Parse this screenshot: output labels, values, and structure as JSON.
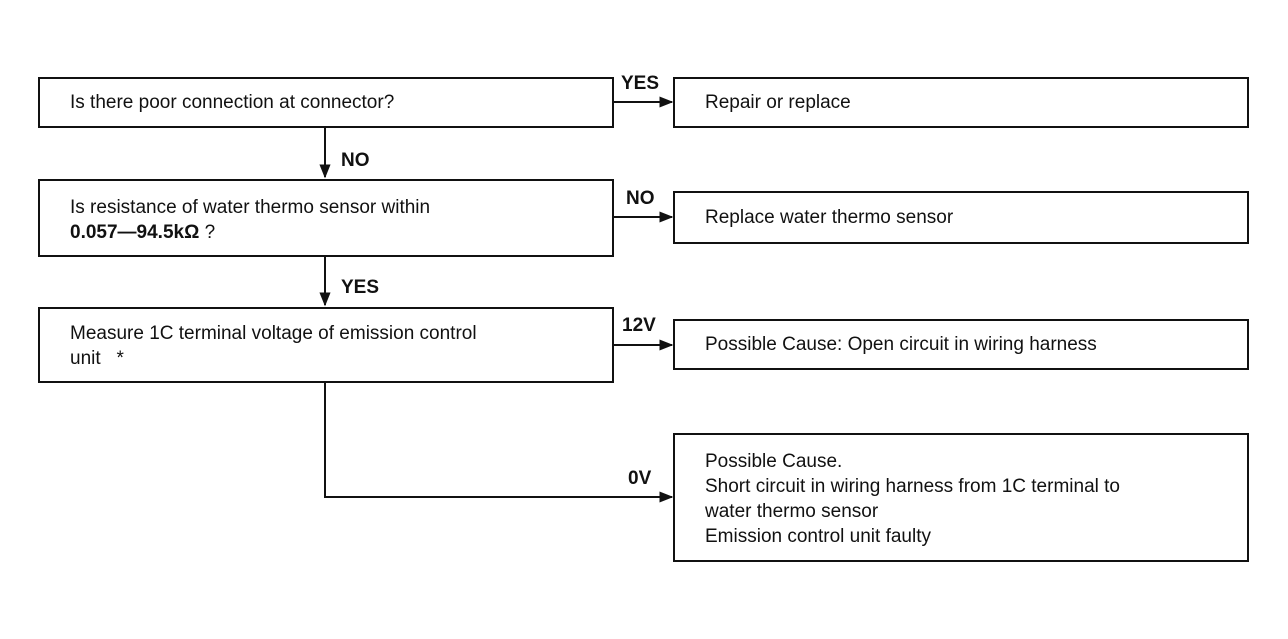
{
  "questions": {
    "q1": {
      "text": "Is there poor connection at connector?"
    },
    "q2": {
      "line1": "Is resistance of water thermo sensor within",
      "value": "0.057—94.5kΩ",
      "suffix": " ?"
    },
    "q3": {
      "line1": "Measure 1C terminal voltage of emission control",
      "line2": "unit   *"
    }
  },
  "results": {
    "r1": {
      "text": "Repair or replace"
    },
    "r2": {
      "text": "Replace water thermo sensor"
    },
    "r3": {
      "text": "Possible Cause: Open circuit in wiring harness"
    },
    "r4": {
      "lines": [
        "Possible Cause.",
        "Short circuit in wiring harness from 1C terminal to",
        "water thermo sensor",
        "Emission control unit faulty"
      ]
    }
  },
  "labels": {
    "q1_right": "YES",
    "q1_down": "NO",
    "q2_right": "NO",
    "q2_down": "YES",
    "q3_right": "12V",
    "q3_down": "0V"
  }
}
